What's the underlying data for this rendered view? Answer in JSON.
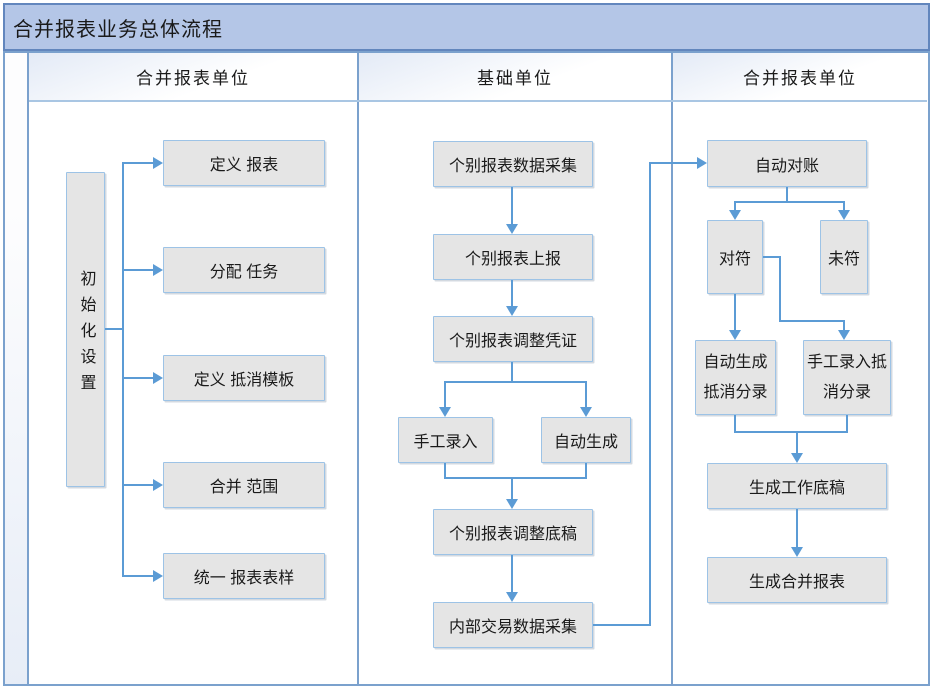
{
  "title": "合并报表业务总体流程",
  "lanes": {
    "left": "合并报表单位",
    "middle": "基础单位",
    "right": "合并报表单位"
  },
  "nodes": {
    "init_settings": "初始化设置",
    "define_report": "定义 报表",
    "assign_tasks": "分配 任务",
    "define_elimination_template": "定义 抵消模板",
    "consolidation_scope": "合并 范围",
    "unified_report_format": "统一 报表表样",
    "individual_report_data_collection": "个别报表数据采集",
    "individual_report_submission": "个别报表上报",
    "individual_report_adjustment_voucher": "个别报表调整凭证",
    "manual_entry": "手工录入",
    "auto_generate": "自动生成",
    "individual_report_adjustment_draft": "个别报表调整底稿",
    "internal_transaction_data_collection": "内部交易数据采集",
    "auto_reconciliation": "自动对账",
    "matched": "对符",
    "unmatched": "未符",
    "auto_generate_elimination_entries": "自动生成抵消分录",
    "manual_entry_elimination_entries": "手工录入抵消分录",
    "generate_working_paper": "生成工作底稿",
    "generate_consolidated_report": "生成合并报表"
  },
  "colors": {
    "accent": "#5b9bd5",
    "frame": "#7ba1cd",
    "title_fill": "#b4c6e7",
    "title_border": "#6286bd",
    "node_fill": "#e5e5e5",
    "node_border": "#9dc3e6",
    "header_line": "#a9c6e3",
    "text": "#1a1a1a"
  }
}
